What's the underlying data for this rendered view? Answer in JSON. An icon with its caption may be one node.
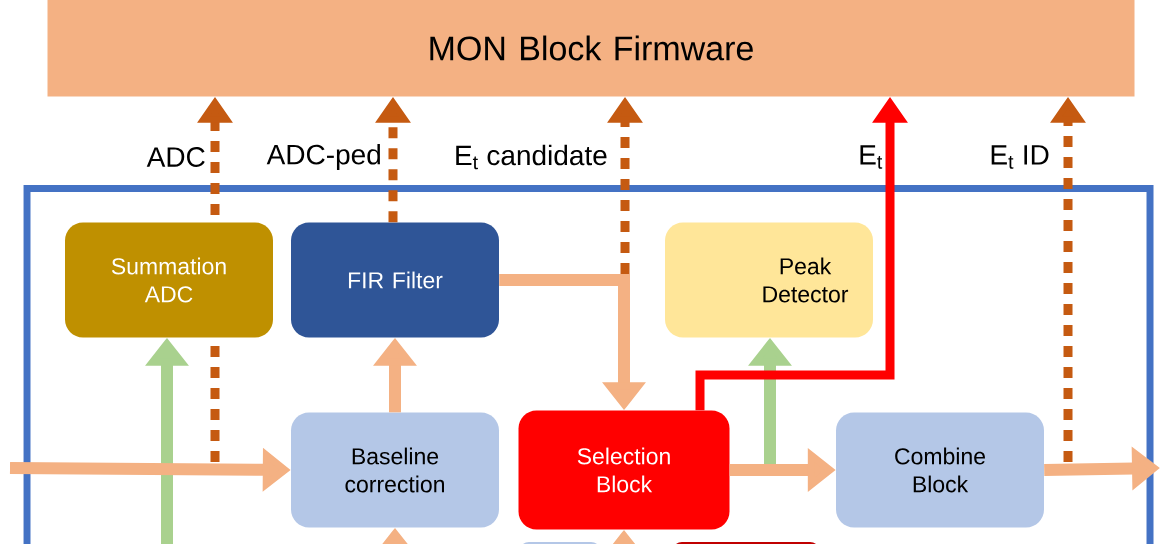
{
  "diagram": {
    "nodes": [
      {
        "text": [
          "MON Block Firmware"
        ]
      },
      {
        "text": [],
        "shape": "box"
      },
      {
        "text": [
          "Summation ADC"
        ],
        "in": 1
      },
      {
        "text": [
          "FIR Filter"
        ],
        "in": 1
      },
      {
        "text": [
          "Peak Detector"
        ],
        "in": 1
      },
      {
        "text": [
          "Baseline correction"
        ],
        "in": 1
      },
      {
        "text": [
          "Selection Block"
        ],
        "in": 1
      },
      {
        "text": [
          "Combine Block"
        ],
        "in": 1
      },
      {
        "text": [],
        "shape": "box",
        "in": 1
      },
      {
        "text": [],
        "shape": "box",
        "in": 1
      }
    ],
    "edges": [
      {
        "from": null,
        "to": 5,
        "arrow": "to"
      },
      {
        "from": null,
        "to": 2,
        "arrow": "to",
        "color": "#a9d18e"
      },
      {
        "from": null,
        "to": 5,
        "arrow": "to"
      },
      {
        "from": 5,
        "to": 3,
        "arrow": "to"
      },
      {
        "from": 3,
        "to": 6,
        "arrow": "to"
      },
      {
        "from": null,
        "to": 6,
        "arrow": "to"
      },
      {
        "from": 6,
        "to": 7,
        "arrow": "to"
      },
      {
        "from": 6,
        "to": 4,
        "arrow": "to",
        "color": "#a9d18e"
      },
      {
        "from": 6,
        "to": 0,
        "arrow": "to",
        "color": "#ff0000",
        "label": "E$_{t}$"
      },
      {
        "from": 7,
        "to": null,
        "arrow": "to"
      },
      {
        "from": null,
        "to": 0,
        "arrow": "to",
        "style": "dashed",
        "color": "#c55a11",
        "label": "ADC"
      },
      {
        "from": 3,
        "to": 0,
        "arrow": "to",
        "style": "dashed",
        "color": "#c55a11",
        "label": "ADC-ped"
      },
      {
        "from": null,
        "to": 0,
        "arrow": "to",
        "style": "dashed",
        "color": "#c55a11",
        "label": "E$_{t}$ candidate"
      },
      {
        "from": null,
        "to": 0,
        "arrow": "to",
        "style": "dashed",
        "color": "#c55a11",
        "label": "E$_{t}$ ID"
      }
    ]
  }
}
